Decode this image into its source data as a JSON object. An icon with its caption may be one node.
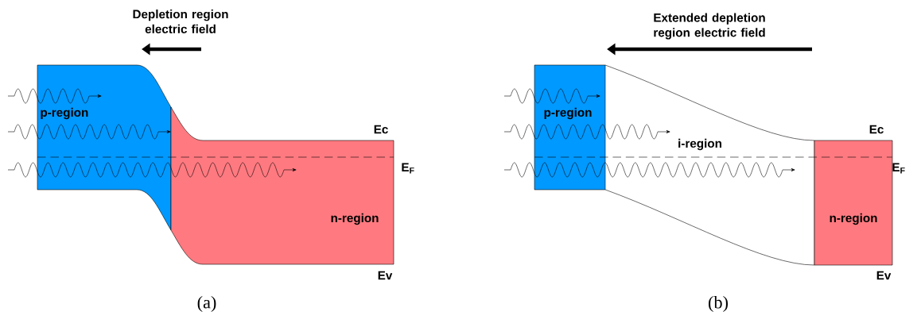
{
  "diagram": {
    "nodes": [
      {
        "text": [
          "p-region"
        ]
      },
      {
        "text": [
          "n-region"
        ]
      },
      {
        "text": [
          "p-region"
        ]
      },
      {
        "text": [
          "i-region"
        ]
      },
      {
        "text": [
          "n-region"
        ]
      }
    ],
    "labels": [
      "Depletion region electric field",
      "Ec",
      "E$_{F}$",
      "Ev",
      "(a)",
      "Extended depletion region electric field",
      "Ec",
      "E$_{F}$",
      "Ev",
      "(b)"
    ]
  }
}
